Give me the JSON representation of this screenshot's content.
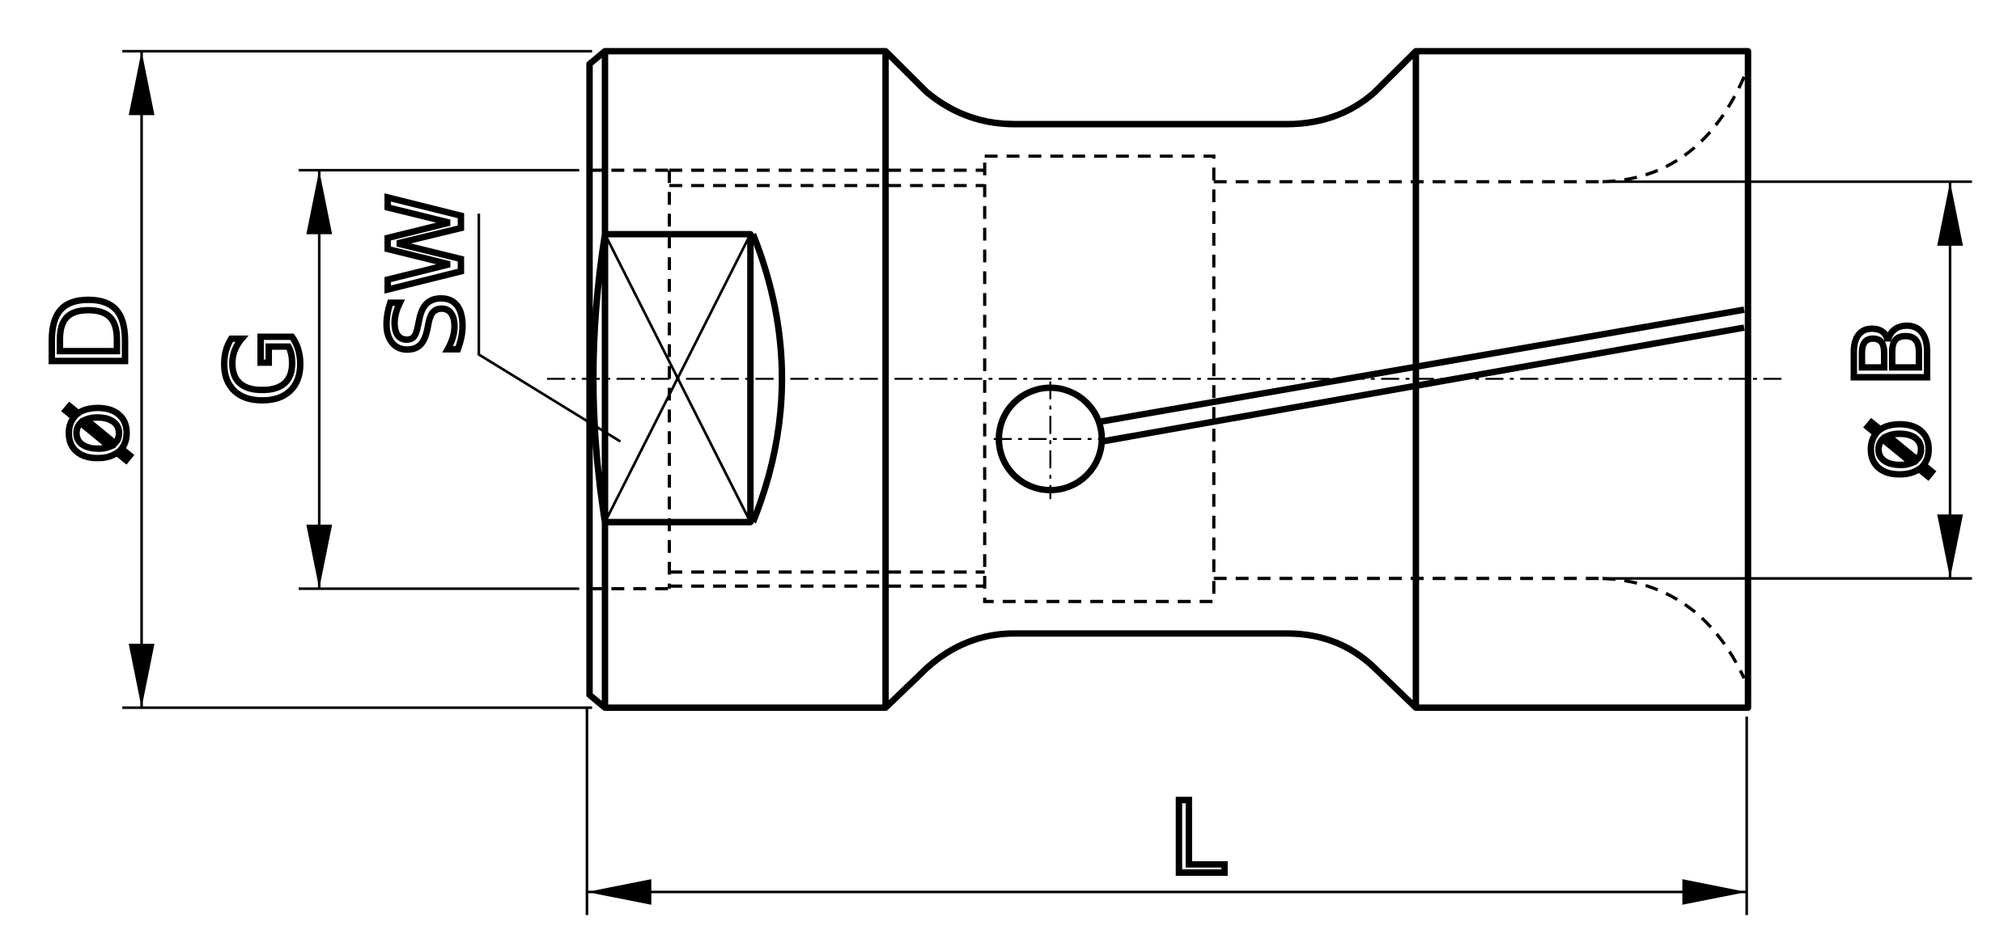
{
  "drawing": {
    "labels": {
      "outer_diameter": "ø D",
      "thread": "G",
      "wrench_size": "SW",
      "bore_diameter": "ø B",
      "length": "L"
    },
    "colors": {
      "line": "#000000",
      "background": "#ffffff"
    }
  }
}
